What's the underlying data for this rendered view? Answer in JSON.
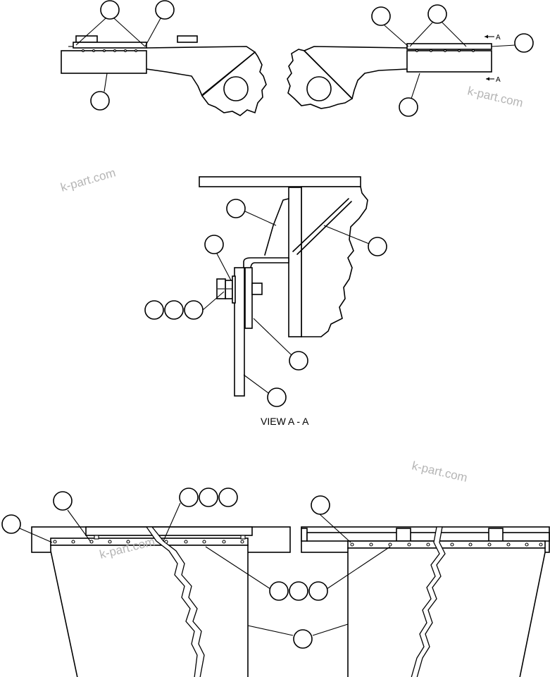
{
  "caption": "VIEW  A - A",
  "section_marker": "A",
  "watermark": "k-part.com"
}
